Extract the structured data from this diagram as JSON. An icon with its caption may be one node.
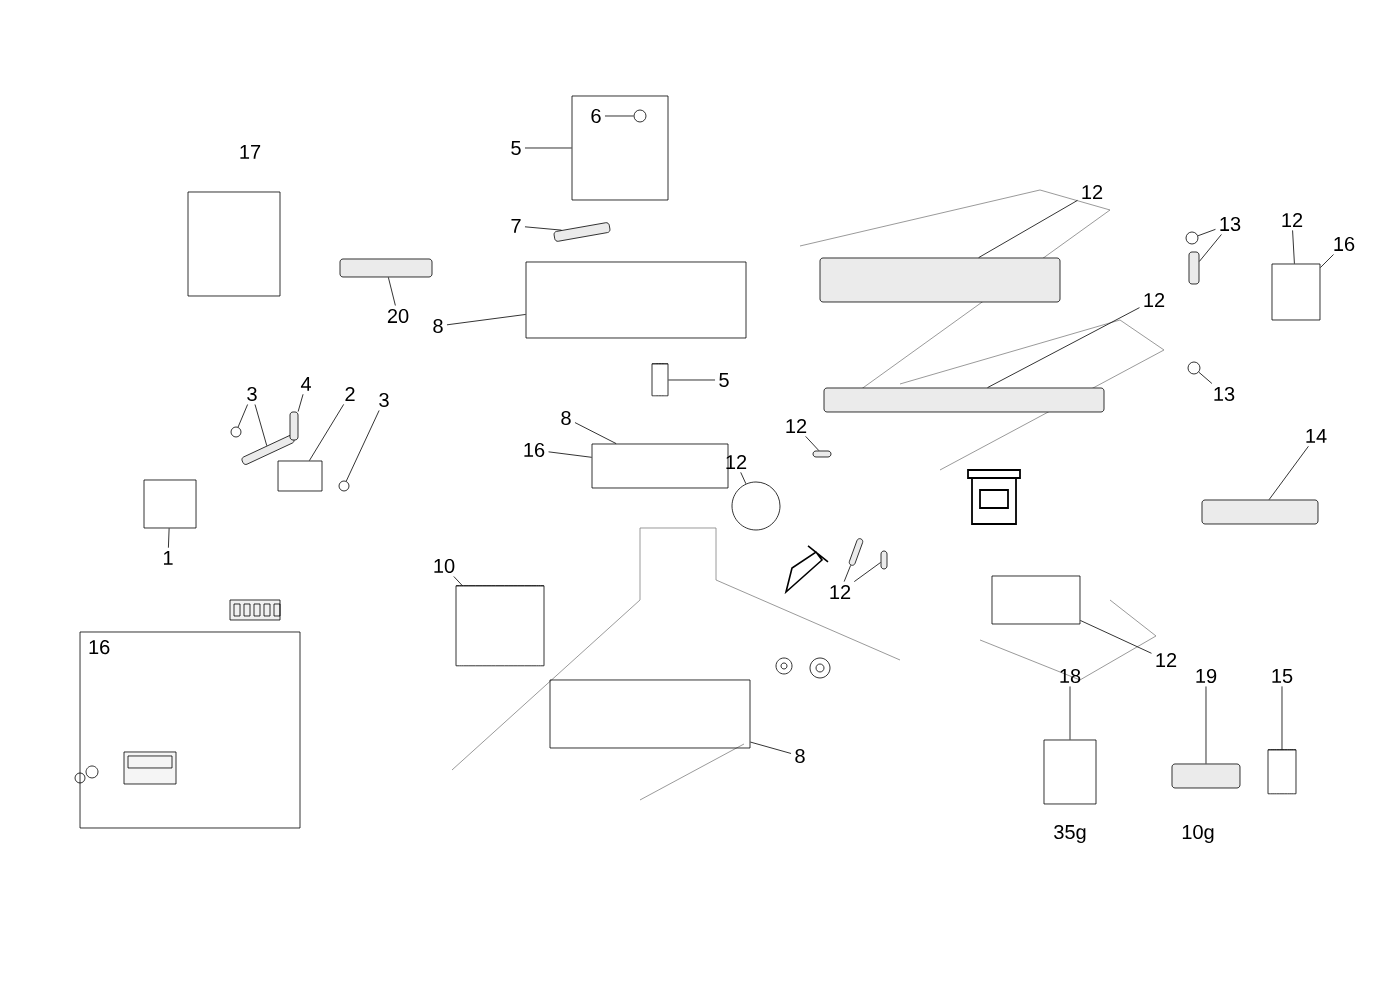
{
  "diagram": {
    "nodes": [
      {
        "text": [],
        "shape": "box",
        "beside": [
          "17"
        ]
      },
      {
        "text": [
          "5"
        ]
      },
      {
        "text": [],
        "shape": "box"
      },
      {
        "text": [
          "6"
        ],
        "in": 2
      },
      {
        "text": [],
        "shape": "circle",
        "in": 2
      },
      {
        "text": [
          "7"
        ]
      },
      {
        "text": [],
        "shape": "bar"
      },
      {
        "text": [],
        "shape": "bar"
      },
      {
        "text": [
          "20"
        ]
      },
      {
        "text": [
          "8"
        ]
      },
      {
        "text": [],
        "shape": "box"
      },
      {
        "text": [
          "3"
        ]
      },
      {
        "text": [],
        "shape": "circle"
      },
      {
        "text": [],
        "shape": "bar"
      },
      {
        "text": [
          "4"
        ]
      },
      {
        "text": [],
        "shape": "bar"
      },
      {
        "text": [
          "2"
        ]
      },
      {
        "text": [],
        "shape": "box"
      },
      {
        "text": [
          "3"
        ]
      },
      {
        "text": [],
        "shape": "circle"
      },
      {
        "text": [],
        "shape": "box"
      },
      {
        "text": [
          "1"
        ]
      },
      {
        "text": [
          "8"
        ]
      },
      {
        "text": [
          "16"
        ]
      },
      {
        "text": [],
        "shape": "box"
      },
      {
        "text": [],
        "shape": "cylinder"
      },
      {
        "text": [
          "5"
        ]
      },
      {
        "text": [
          "12"
        ]
      },
      {
        "text": [],
        "shape": "bar"
      },
      {
        "text": [
          "12"
        ]
      },
      {
        "text": [],
        "shape": "bar"
      },
      {
        "text": [
          "13"
        ]
      },
      {
        "text": [],
        "shape": "circle"
      },
      {
        "text": [],
        "shape": "bar"
      },
      {
        "text": [
          "12"
        ]
      },
      {
        "text": [
          "16"
        ]
      },
      {
        "text": [],
        "shape": "box"
      },
      {
        "text": [
          "13"
        ]
      },
      {
        "text": [],
        "shape": "circle"
      },
      {
        "text": [
          "14"
        ]
      },
      {
        "text": [],
        "shape": "bar"
      },
      {
        "text": [
          "12"
        ]
      },
      {
        "text": [],
        "shape": "bar"
      },
      {
        "text": [
          "12"
        ]
      },
      {
        "text": [],
        "shape": "circle"
      },
      {
        "text": [
          "12"
        ]
      },
      {
        "text": [],
        "shape": "bar"
      },
      {
        "text": [],
        "shape": "bar"
      },
      {
        "text": [
          "12"
        ]
      },
      {
        "text": [],
        "shape": "box"
      },
      {
        "text": [
          "10"
        ]
      },
      {
        "text": [],
        "shape": "cylinder"
      },
      {
        "text": [
          "16"
        ]
      },
      {
        "text": [
          "8"
        ]
      },
      {
        "text": [],
        "shape": "box"
      },
      {
        "text": [
          "18"
        ]
      },
      {
        "text": [],
        "shape": "box",
        "beside": [
          "35g"
        ]
      },
      {
        "text": [
          "19"
        ]
      },
      {
        "text": [],
        "shape": "bar",
        "beside": [
          "10g"
        ]
      },
      {
        "text": [
          "15"
        ]
      },
      {
        "text": [],
        "shape": "cylinder"
      }
    ],
    "edges": [
      {
        "from": 1,
        "to": 2,
        "arrow": "none"
      },
      {
        "from": 3,
        "to": 4,
        "arrow": "none"
      },
      {
        "from": 5,
        "to": 6,
        "arrow": "none"
      },
      {
        "from": 8,
        "to": 7,
        "arrow": "none"
      },
      {
        "from": 9,
        "to": 10,
        "arrow": "none"
      },
      {
        "from": 11,
        "to": 12,
        "arrow": "none"
      },
      {
        "from": 11,
        "to": 13,
        "arrow": "none"
      },
      {
        "from": 14,
        "to": 15,
        "arrow": "none"
      },
      {
        "from": 16,
        "to": 17,
        "arrow": "none"
      },
      {
        "from": 18,
        "to": 19,
        "arrow": "none"
      },
      {
        "from": 21,
        "to": 20,
        "arrow": "none"
      },
      {
        "from": 22,
        "to": 24,
        "arrow": "none"
      },
      {
        "from": 23,
        "to": 24,
        "arrow": "none"
      },
      {
        "from": 26,
        "to": 25,
        "arrow": "none"
      },
      {
        "from": 27,
        "to": 28,
        "arrow": "none"
      },
      {
        "from": 29,
        "to": 30,
        "arrow": "none"
      },
      {
        "from": 31,
        "to": 32,
        "arrow": "none"
      },
      {
        "from": 31,
        "to": 33,
        "arrow": "none"
      },
      {
        "from": 34,
        "to": 36,
        "arrow": "none"
      },
      {
        "from": 35,
        "to": 36,
        "arrow": "none"
      },
      {
        "from": 37,
        "to": 38,
        "arrow": "none"
      },
      {
        "from": 39,
        "to": 40,
        "arrow": "none"
      },
      {
        "from": 41,
        "to": 42,
        "arrow": "none"
      },
      {
        "from": 43,
        "to": 44,
        "arrow": "none"
      },
      {
        "from": 45,
        "to": 46,
        "arrow": "none"
      },
      {
        "from": 45,
        "to": 47,
        "arrow": "none"
      },
      {
        "from": 48,
        "to": 49,
        "arrow": "none"
      },
      {
        "from": 50,
        "to": 51,
        "arrow": "none"
      },
      {
        "from": 53,
        "to": 54,
        "arrow": "none"
      },
      {
        "from": 55,
        "to": 56,
        "arrow": "none"
      },
      {
        "from": 57,
        "to": 58,
        "arrow": "none"
      },
      {
        "from": 59,
        "to": 60,
        "arrow": "none"
      }
    ]
  }
}
